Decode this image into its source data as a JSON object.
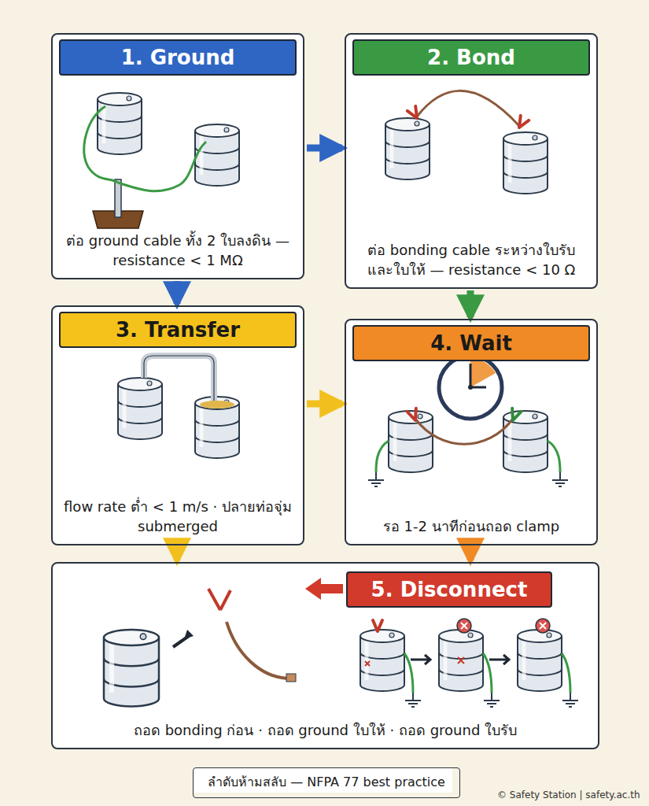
{
  "diagram": {
    "nodes": [
      {
        "text": [
          "1. Ground",
          "ต่อ ground cable ทั้ง 2 ใบลงดิน — resistance < 1 MΩ"
        ]
      },
      {
        "text": [
          "2. Bond",
          "ต่อ bonding cable ระหว่างใบรับ และใบให้ — resistance < 10 Ω"
        ]
      },
      {
        "text": [
          "3. Transfer",
          "flow rate ต่ำ < 1 m/s · ปลายท่อจุ่ม submerged"
        ]
      },
      {
        "text": [
          "4. Wait",
          "รอ 1-2 นาทีก่อนถอด clamp"
        ]
      },
      {
        "text": [
          "5. Disconnect",
          "ถอด bonding ก่อน · ถอด ground ใบให้ · ถอด ground ใบรับ"
        ]
      },
      {
        "text": [
          "ลำดับห้ามสลับ — NFPA 77 best practice"
        ]
      }
    ],
    "edges": [
      {
        "from": 0,
        "to": 1,
        "arrow": "to"
      },
      {
        "from": 0,
        "to": 2,
        "arrow": "to"
      },
      {
        "from": 1,
        "to": 3,
        "arrow": "to"
      },
      {
        "from": 2,
        "to": 3,
        "arrow": "to"
      },
      {
        "from": 2,
        "to": 4,
        "arrow": "to"
      },
      {
        "from": 3,
        "to": 4,
        "arrow": "to"
      }
    ],
    "labels": [
      "© Safety Station | safety.ac.th"
    ]
  }
}
